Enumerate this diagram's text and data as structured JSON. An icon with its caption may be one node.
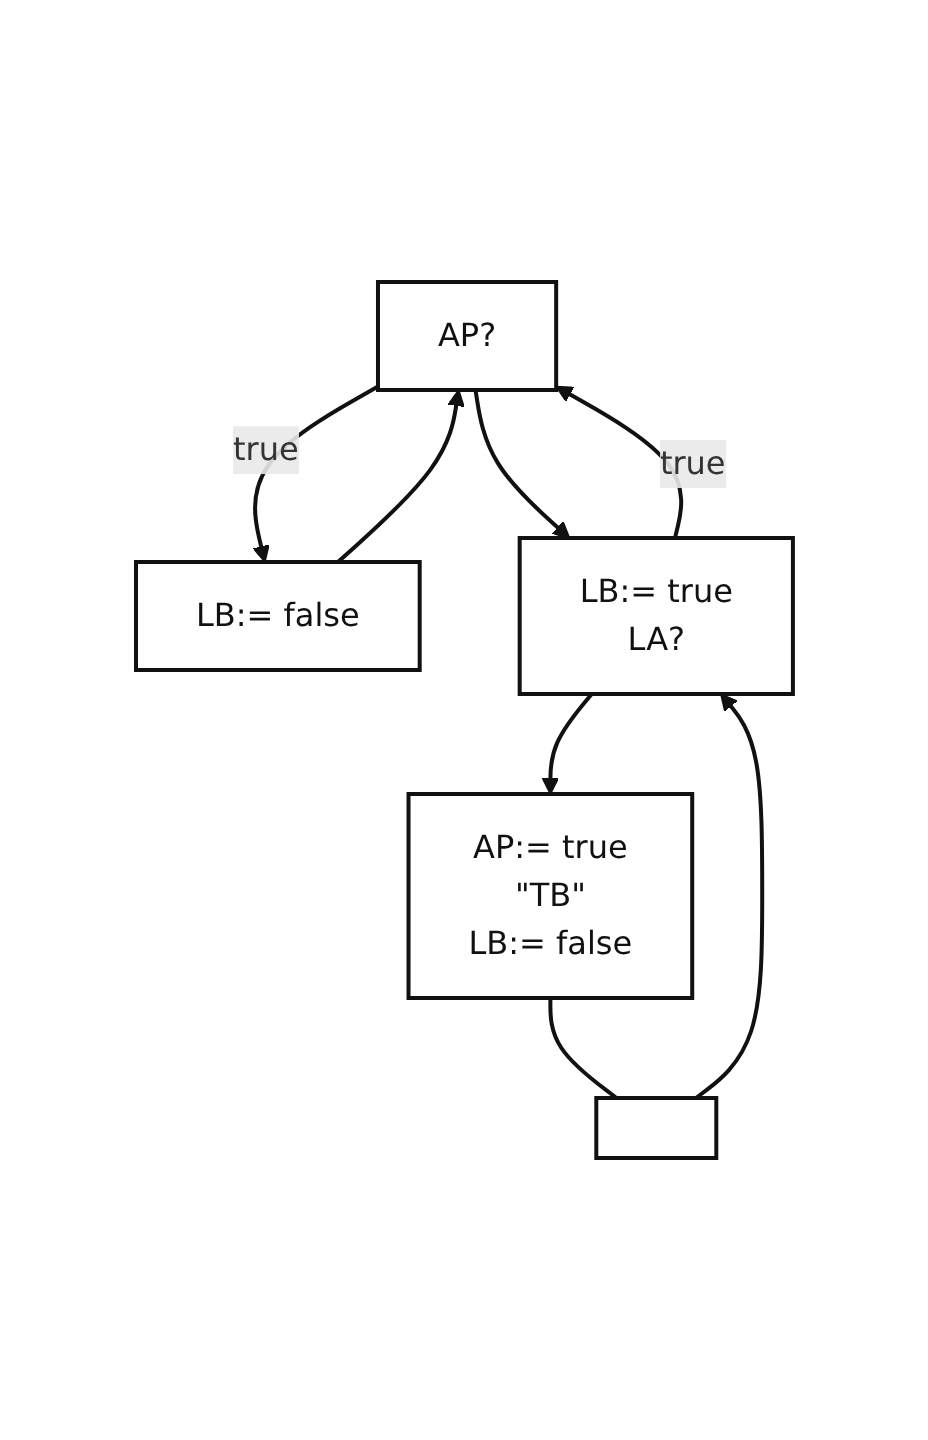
{
  "diagram": {
    "nodes": [
      {
        "text": [
          "AP?"
        ]
      },
      {
        "text": [
          "LB:= false"
        ]
      },
      {
        "text": [
          "LB:= true",
          "LA?"
        ]
      },
      {
        "text": [
          "AP:= true",
          "\"TB\"",
          "LB:= false"
        ]
      },
      {
        "text": [],
        "shape": "box"
      }
    ],
    "edges": [
      {
        "from": 0,
        "to": 1,
        "arrow": "to",
        "label": "true"
      },
      {
        "from": 1,
        "to": 0,
        "arrow": "to"
      },
      {
        "from": 0,
        "to": 2,
        "arrow": "to"
      },
      {
        "from": 2,
        "to": 0,
        "arrow": "to",
        "label": "true"
      },
      {
        "from": 2,
        "to": 3,
        "arrow": "to"
      },
      {
        "from": 3,
        "to": 4,
        "arrow": "none"
      },
      {
        "from": 4,
        "to": 2,
        "arrow": "to"
      }
    ]
  }
}
